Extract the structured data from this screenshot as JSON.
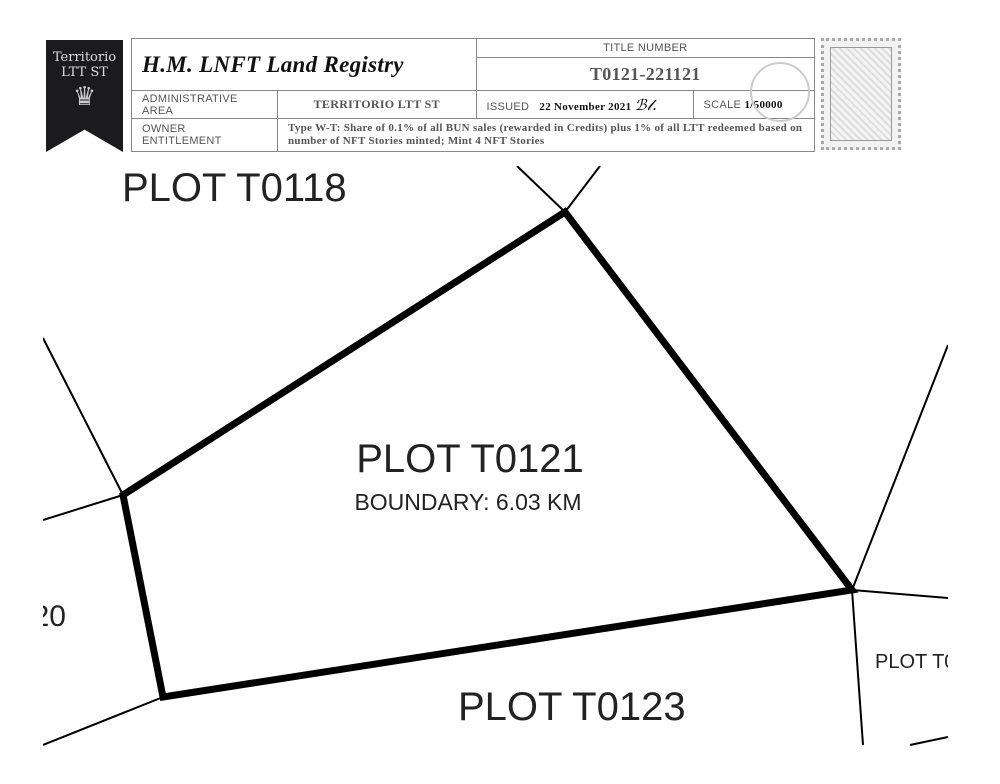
{
  "badge": {
    "line1": "Territorio",
    "line2": "LTT ST"
  },
  "header": {
    "registry_title": "H.M. LNFT Land Registry",
    "title_number_label": "TITLE NUMBER",
    "title_number": "T0121-221121",
    "admin_area_label": "ADMINISTRATIVE AREA",
    "admin_area": "TERRITORIO LTT ST",
    "issued_label": "ISSUED",
    "issued": "22 November 2021",
    "scale_label": "SCALE",
    "scale": "1/50000",
    "owner_label": "OWNER ENTITLEMENT",
    "owner": "Type W-T: Share of 0.1% of all BUN sales (rewarded in Credits) plus 1% of all LTT redeemed based on number of NFT Stories minted; Mint 4 NFT Stories"
  },
  "map": {
    "main_plot": "PLOT T0121",
    "boundary": "BOUNDARY: 6.03 KM",
    "neighbors": {
      "top": "PLOT T0118",
      "bottom": "PLOT T0123",
      "left": "20",
      "right": "PLOT T0"
    }
  }
}
